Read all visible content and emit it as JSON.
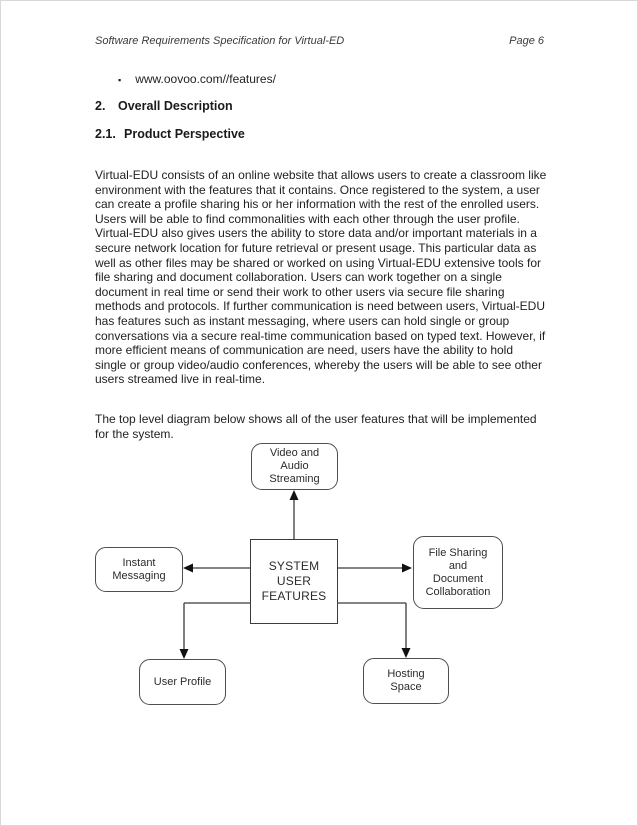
{
  "header": {
    "title": "Software Requirements Specification for Virtual-ED",
    "page_number": "Page 6"
  },
  "bullets": [
    {
      "label": "www.oovoo.com//features/"
    }
  ],
  "sections": {
    "overall": {
      "number": "2.",
      "title": "Overall Description"
    },
    "perspective": {
      "number": "2.1.",
      "title": "Product Perspective"
    }
  },
  "paragraphs": {
    "product_perspective": "Virtual-EDU consists of an online website that allows users to create a classroom like environment with the features that it contains. Once registered to the system, a user can create a profile sharing his or her information with the rest of the enrolled users. Users will be able to find commonalities with each other through the user profile. Virtual-EDU also gives users the ability to store data and/or important materials in a secure network location for future retrieval or present usage. This particular data as well as other files may be shared or worked on using Virtual-EDU extensive tools for file sharing and document collaboration. Users can work together on a single document in real time or send their work to other users via secure file sharing methods and protocols. If further communication is need between users, Virtual-EDU has features such as instant messaging, where users can hold single or group conversations via a secure real-time communication based on typed text. However, if more efficient means of communication are need, users have the ability to hold single or group video/audio conferences, whereby the users will be able to see other users streamed live in real-time.",
    "diagram_intro": "The top level diagram below shows all of the user features that will be implemented for the system."
  },
  "diagram": {
    "nodes": {
      "center": {
        "label": "SYSTEM\nUSER\nFEATURES"
      },
      "video": {
        "label": "Video and\nAudio\nStreaming"
      },
      "instant": {
        "label": "Instant\nMessaging"
      },
      "file": {
        "label": "File Sharing\nand\nDocument\nCollaboration"
      },
      "user": {
        "label": "User Profile"
      },
      "hosting": {
        "label": "Hosting\nSpace"
      }
    },
    "line_color": "#3a3a3a",
    "arrow_color": "#111111"
  }
}
